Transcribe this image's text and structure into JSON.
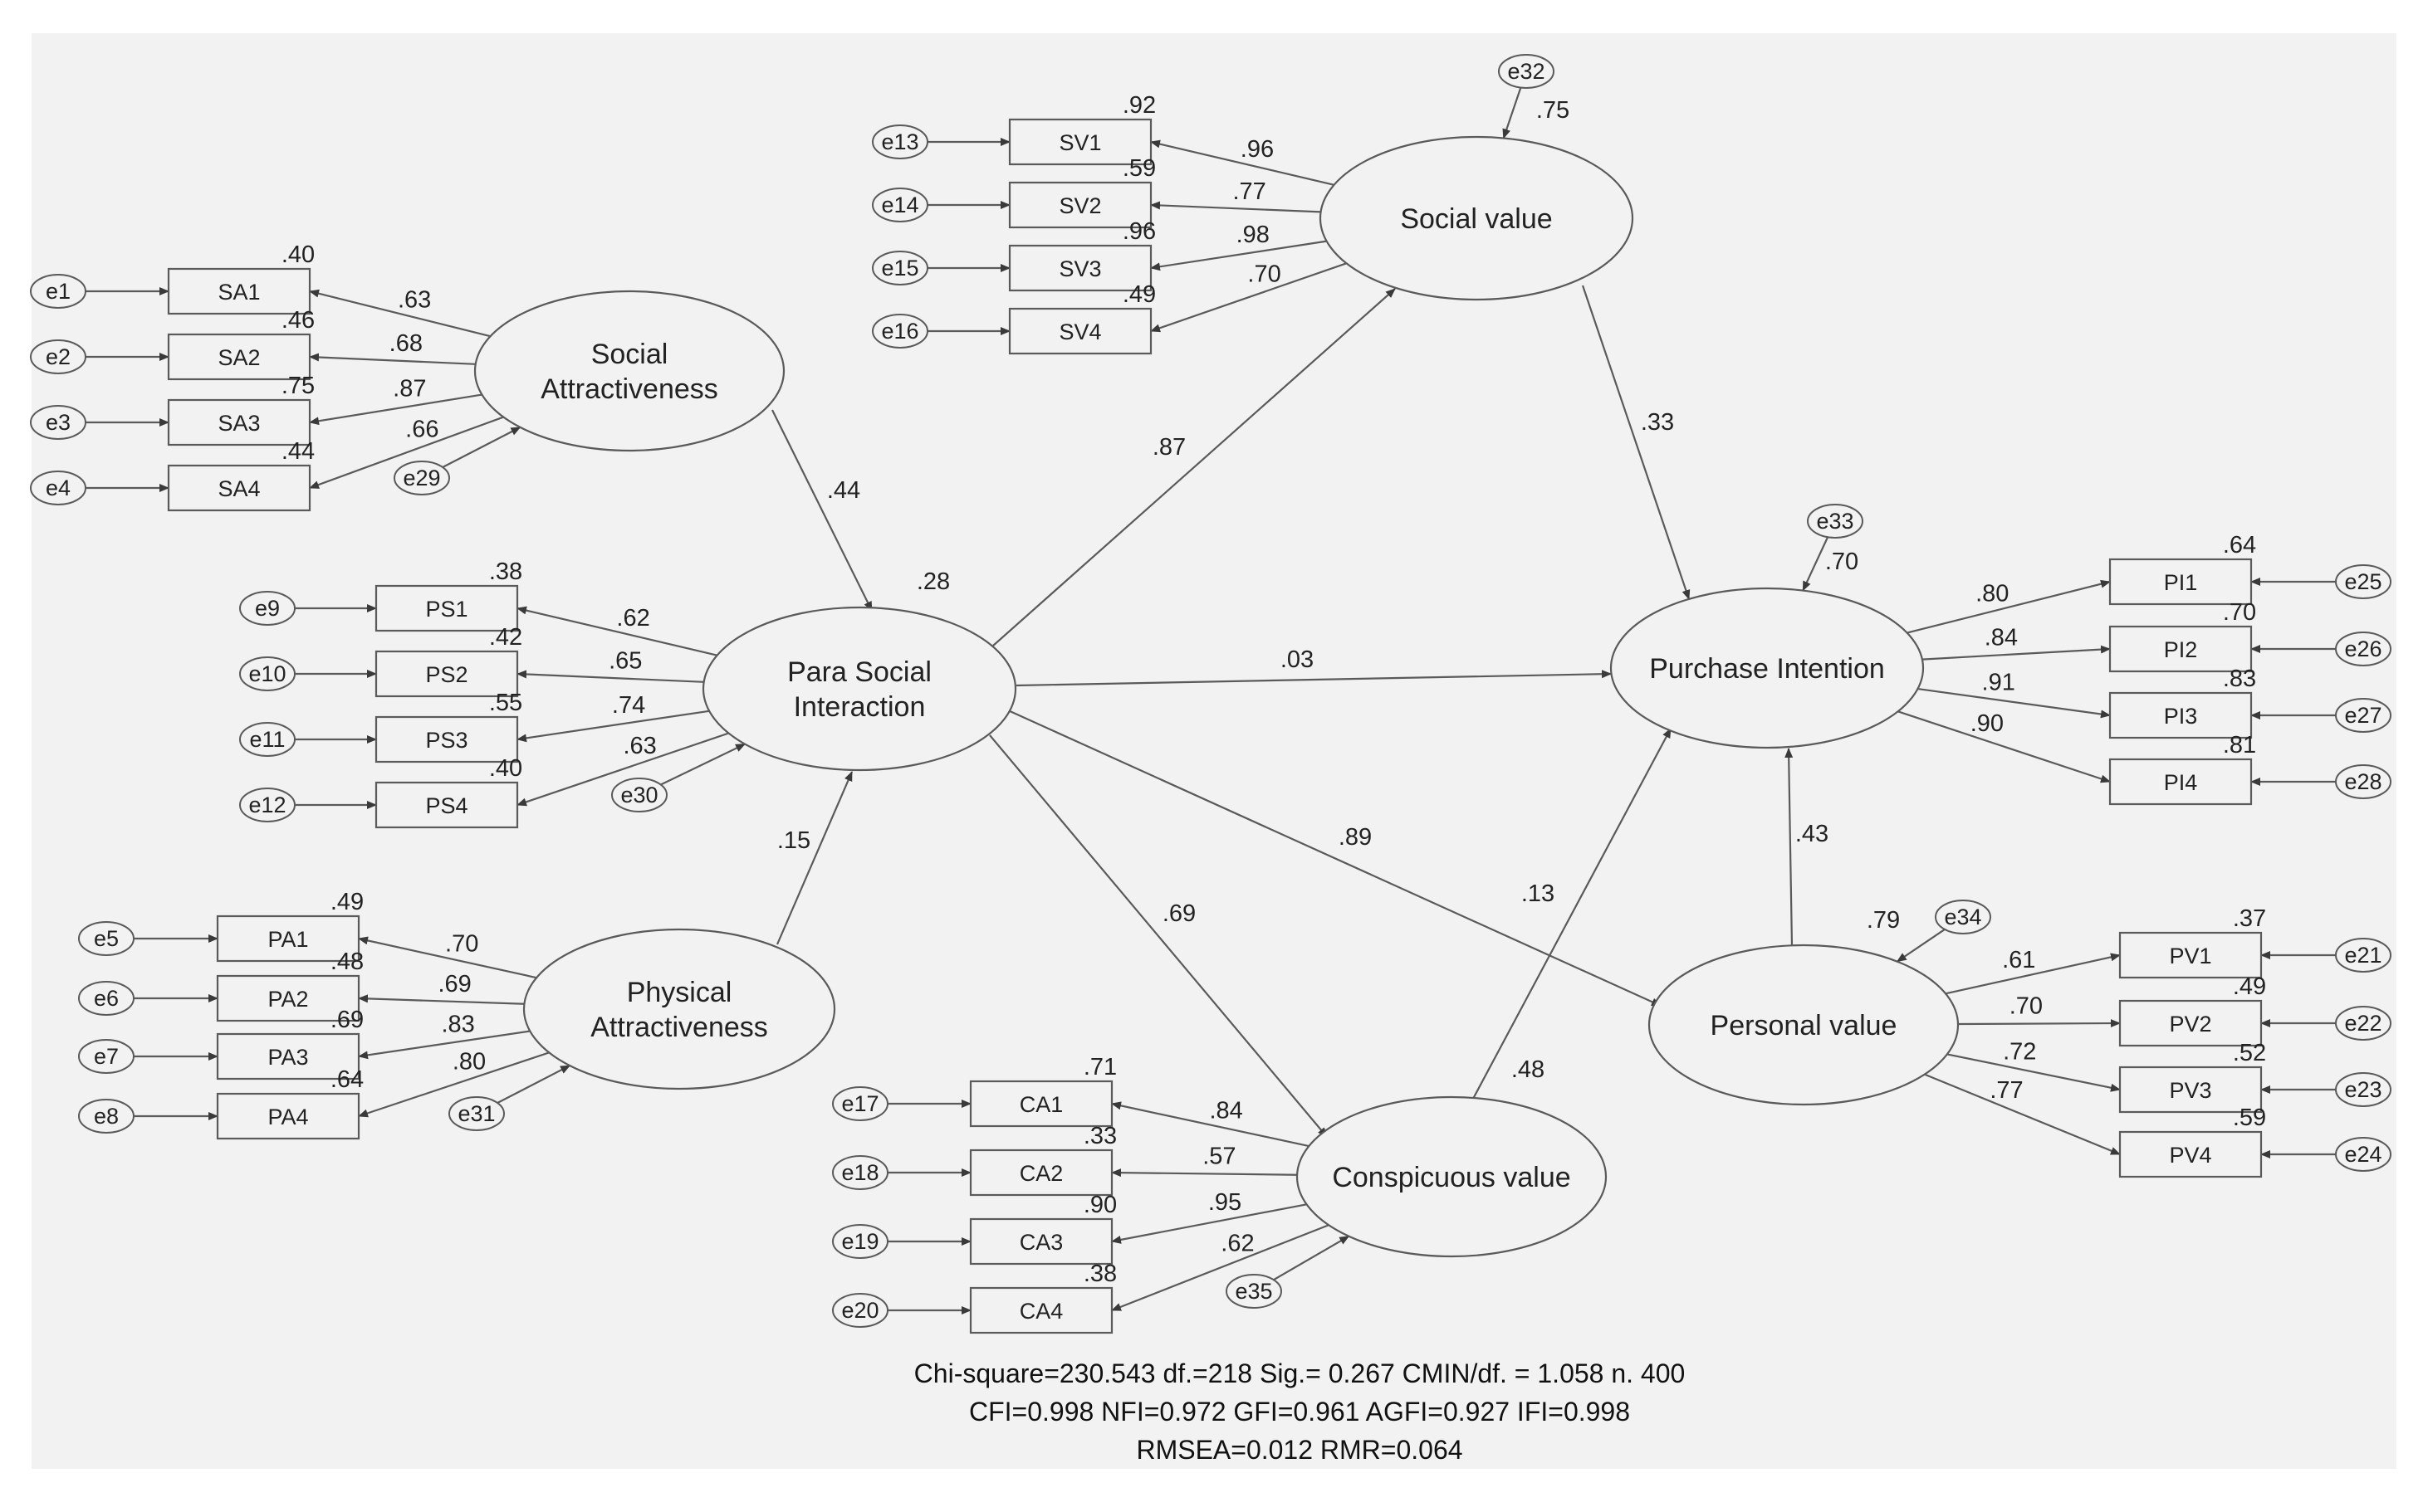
{
  "latents": [
    {
      "id": "SA_L",
      "lines": [
        "Social",
        "Attractiveness"
      ],
      "r2": null,
      "error": "e29"
    },
    {
      "id": "PSI",
      "lines": [
        "Para Social",
        "Interaction"
      ],
      "r2": ".28",
      "error": "e30"
    },
    {
      "id": "PA_L",
      "lines": [
        "Physical",
        "Attractiveness"
      ],
      "r2": null,
      "error": "e31"
    },
    {
      "id": "SV_L",
      "lines": [
        "Social value"
      ],
      "r2": ".75",
      "error": "e32"
    },
    {
      "id": "PI_L",
      "lines": [
        "Purchase Intention"
      ],
      "r2": ".70",
      "error": "e33"
    },
    {
      "id": "PV_L",
      "lines": [
        "Personal value"
      ],
      "r2": ".79",
      "error": "e34"
    },
    {
      "id": "CV_L",
      "lines": [
        "Conspicuous value"
      ],
      "r2": ".48",
      "error": "e35"
    }
  ],
  "measurement": [
    {
      "latent": "SA_L",
      "items": [
        {
          "name": "SA1",
          "error": "e1",
          "r2": ".40",
          "loading": ".63"
        },
        {
          "name": "SA2",
          "error": "e2",
          "r2": ".46",
          "loading": ".68"
        },
        {
          "name": "SA3",
          "error": "e3",
          "r2": ".75",
          "loading": ".87"
        },
        {
          "name": "SA4",
          "error": "e4",
          "r2": ".44",
          "loading": ".66"
        }
      ]
    },
    {
      "latent": "PSI",
      "items": [
        {
          "name": "PS1",
          "error": "e9",
          "r2": ".38",
          "loading": ".62"
        },
        {
          "name": "PS2",
          "error": "e10",
          "r2": ".42",
          "loading": ".65"
        },
        {
          "name": "PS3",
          "error": "e11",
          "r2": ".55",
          "loading": ".74"
        },
        {
          "name": "PS4",
          "error": "e12",
          "r2": ".40",
          "loading": ".63"
        }
      ]
    },
    {
      "latent": "PA_L",
      "items": [
        {
          "name": "PA1",
          "error": "e5",
          "r2": ".49",
          "loading": ".70"
        },
        {
          "name": "PA2",
          "error": "e6",
          "r2": ".48",
          "loading": ".69"
        },
        {
          "name": "PA3",
          "error": "e7",
          "r2": ".69",
          "loading": ".83"
        },
        {
          "name": "PA4",
          "error": "e8",
          "r2": ".64",
          "loading": ".80"
        }
      ]
    },
    {
      "latent": "SV_L",
      "items": [
        {
          "name": "SV1",
          "error": "e13",
          "r2": ".92",
          "loading": ".96"
        },
        {
          "name": "SV2",
          "error": "e14",
          "r2": ".59",
          "loading": ".77"
        },
        {
          "name": "SV3",
          "error": "e15",
          "r2": ".96",
          "loading": ".98"
        },
        {
          "name": "SV4",
          "error": "e16",
          "r2": ".49",
          "loading": ".70"
        }
      ]
    },
    {
      "latent": "CV_L",
      "items": [
        {
          "name": "CA1",
          "error": "e17",
          "r2": ".71",
          "loading": ".84"
        },
        {
          "name": "CA2",
          "error": "e18",
          "r2": ".33",
          "loading": ".57"
        },
        {
          "name": "CA3",
          "error": "e19",
          "r2": ".90",
          "loading": ".95"
        },
        {
          "name": "CA4",
          "error": "e20",
          "r2": ".38",
          "loading": ".62"
        }
      ]
    },
    {
      "latent": "PI_L",
      "items": [
        {
          "name": "PI1",
          "error": "e25",
          "r2": ".64",
          "loading": ".80"
        },
        {
          "name": "PI2",
          "error": "e26",
          "r2": ".70",
          "loading": ".84"
        },
        {
          "name": "PI3",
          "error": "e27",
          "r2": ".83",
          "loading": ".91"
        },
        {
          "name": "PI4",
          "error": "e28",
          "r2": ".81",
          "loading": ".90"
        }
      ]
    },
    {
      "latent": "PV_L",
      "items": [
        {
          "name": "PV1",
          "error": "e21",
          "r2": ".37",
          "loading": ".61"
        },
        {
          "name": "PV2",
          "error": "e22",
          "r2": ".49",
          "loading": ".70"
        },
        {
          "name": "PV3",
          "error": "e23",
          "r2": ".52",
          "loading": ".72"
        },
        {
          "name": "PV4",
          "error": "e24",
          "r2": ".59",
          "loading": ".77"
        }
      ]
    }
  ],
  "paths": [
    {
      "from": "SA_L",
      "to": "PSI",
      "coef": ".44"
    },
    {
      "from": "PA_L",
      "to": "PSI",
      "coef": ".15"
    },
    {
      "from": "PSI",
      "to": "SV_L",
      "coef": ".87"
    },
    {
      "from": "PSI",
      "to": "PI_L",
      "coef": ".03"
    },
    {
      "from": "PSI",
      "to": "PV_L",
      "coef": ".89"
    },
    {
      "from": "PSI",
      "to": "CV_L",
      "coef": ".69"
    },
    {
      "from": "SV_L",
      "to": "PI_L",
      "coef": ".33"
    },
    {
      "from": "PV_L",
      "to": "PI_L",
      "coef": ".43"
    },
    {
      "from": "CV_L",
      "to": "PI_L",
      "coef": ".13"
    }
  ],
  "fit_lines": [
    "Chi-square=230.543   df.=218   Sig.= 0.267  CMIN/df. = 1.058  n. 400",
    "CFI=0.998  NFI=0.972  GFI=0.961  AGFI=0.927   IFI=0.998",
    "RMSEA=0.012  RMR=0.064"
  ],
  "colors": {
    "background": "#f2f2f2",
    "stroke": "#5a5a5a",
    "text": "#222222"
  }
}
